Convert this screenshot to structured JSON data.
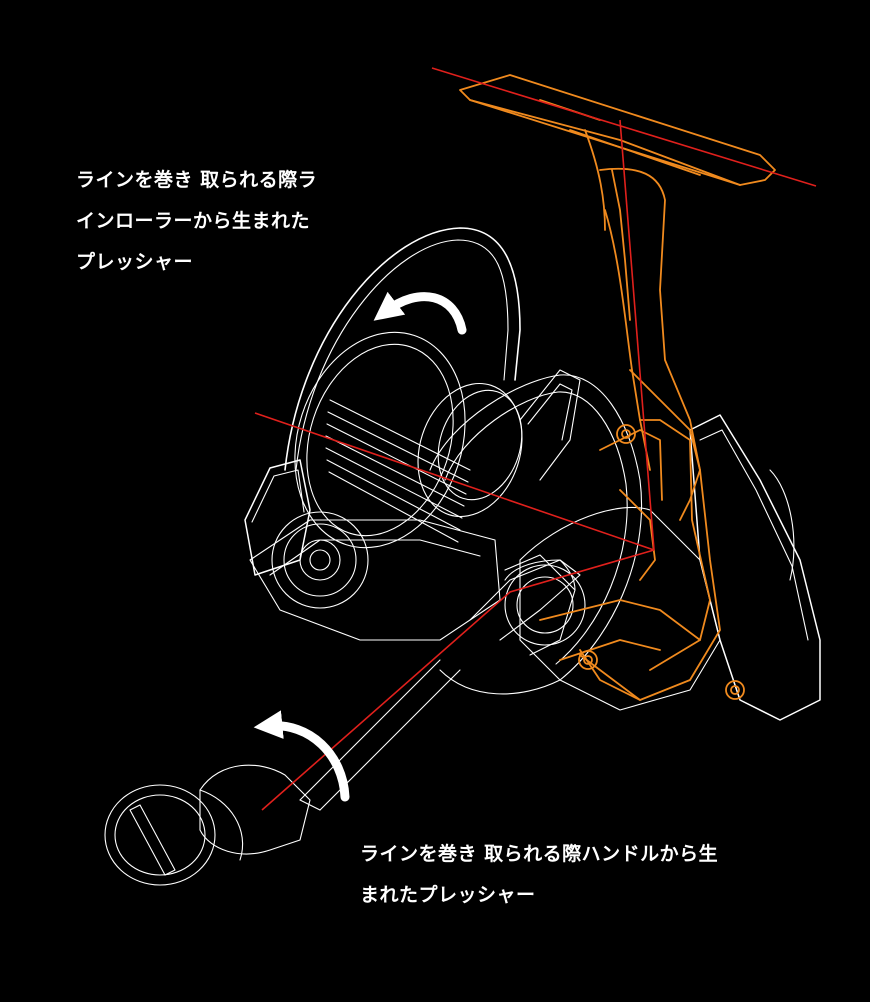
{
  "captions": {
    "roller": {
      "lines": [
        "ラインを巻き 取られる際ラ",
        "インローラーから生まれた",
        "プレッシャー"
      ]
    },
    "handle": {
      "lines": [
        "ラインを巻き 取られる際ハンドルから生",
        "まれたプレッシャー"
      ]
    }
  },
  "colors": {
    "background": "#000000",
    "wireframe": "#ffffff",
    "highlight": "#f08a1e",
    "force_line": "#e0201c",
    "caption_text": "#ffffff"
  },
  "icons": [
    "curved-arrow-icon",
    "curved-arrow-icon"
  ]
}
